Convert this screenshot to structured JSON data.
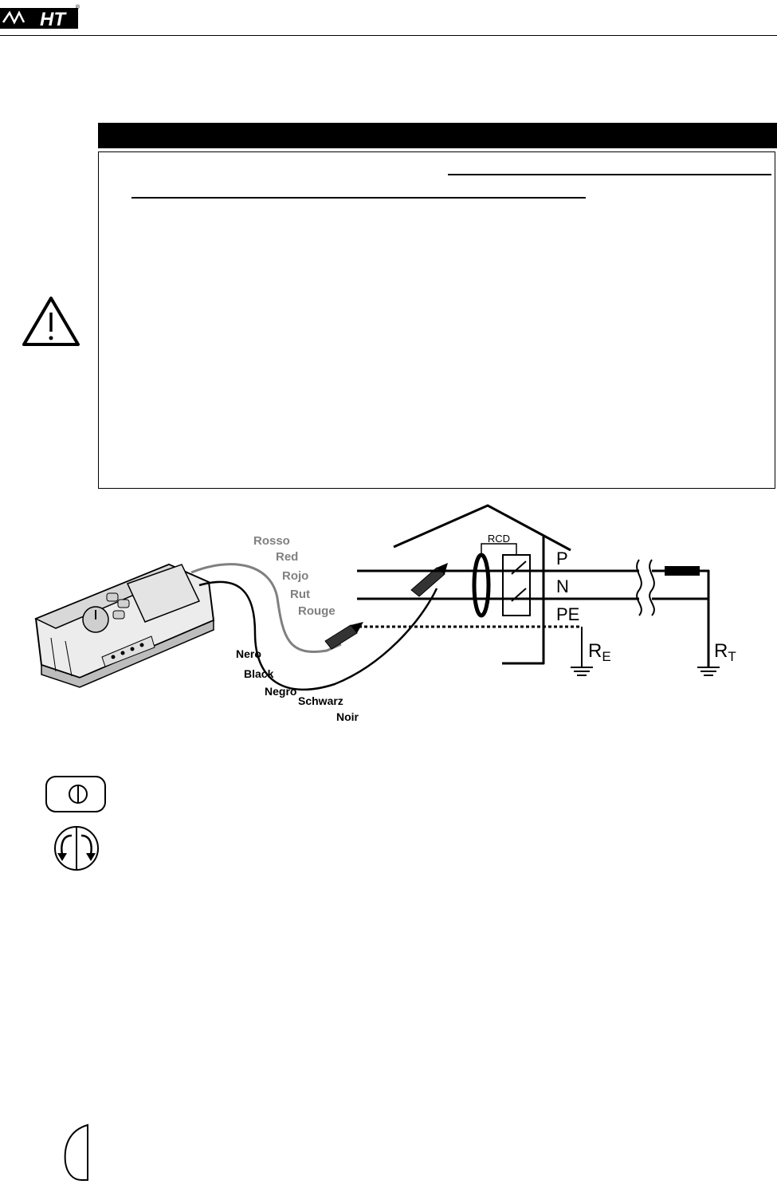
{
  "header": {
    "logo": {
      "text": "HT",
      "registered": "®"
    }
  },
  "diagram": {
    "red_lead_labels": [
      "Rosso",
      "Red",
      "Rojo",
      "Rut",
      "Rouge"
    ],
    "black_lead_labels": [
      "Nero",
      "Black",
      "Negro",
      "Schwarz",
      "Noir"
    ],
    "rcd_label": "RCD",
    "conductors": {
      "phase": "P",
      "neutral": "N",
      "protective_earth": "PE"
    },
    "earth_resistances": {
      "re": {
        "main": "R",
        "sub": "E"
      },
      "rt": {
        "main": "R",
        "sub": "T"
      }
    }
  },
  "icons": {
    "warning": "warning-triangle-icon",
    "power": "power-key-icon",
    "rotate": "rotate-arrows-key-icon",
    "half": "half-circle-key-icon"
  },
  "colors": {
    "ink": "#000000",
    "red_lead": "#808080",
    "background": "#ffffff"
  }
}
